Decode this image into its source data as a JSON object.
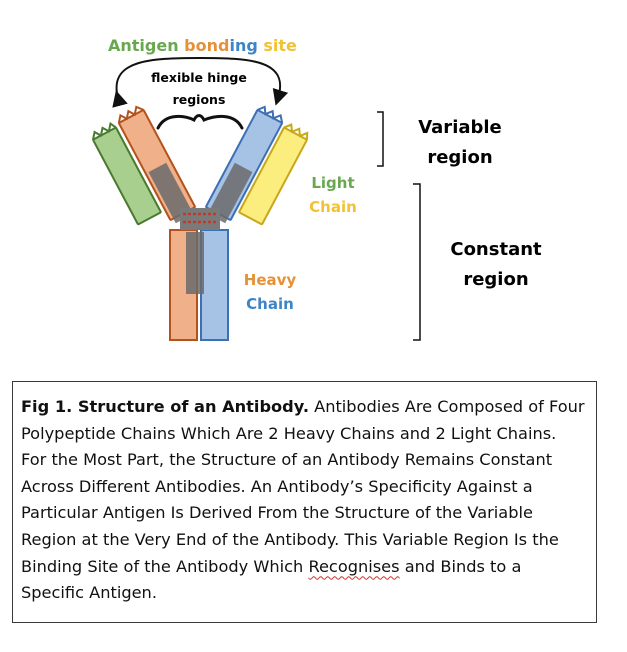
{
  "diagram": {
    "title_parts": [
      {
        "text": "Antigen ",
        "color": "#6aa84f"
      },
      {
        "text": "bond",
        "color": "#e69138"
      },
      {
        "text": "ing ",
        "color": "#3d85c6"
      },
      {
        "text": "site",
        "color": "#f1c232"
      }
    ],
    "hinge_label_line1": "flexible hinge",
    "hinge_label_line2": "regions",
    "variable_region_line1": "Variable",
    "variable_region_line2": "region",
    "constant_region_line1": "Constant",
    "constant_region_line2": "region",
    "light_chain_line1": "Light",
    "light_chain_line2": "Chain",
    "heavy_chain_line1": "Heavy",
    "heavy_chain_line2": "Chain",
    "colors": {
      "green": "#a9cf8e",
      "green_stroke": "#4a7a30",
      "orange": "#f0b08a",
      "orange_stroke": "#b4521c",
      "blue": "#a6c3e6",
      "blue_stroke": "#3d6fb5",
      "yellow": "#fbed7e",
      "yellow_stroke": "#c8a81a",
      "overlap": "#6b6b6b",
      "disulfide": "#c0392b",
      "light_label": "#6aa84f",
      "chain_label_yellow": "#f1c232",
      "heavy_label": "#e69138",
      "heavy_chain_blue": "#3d85c6"
    }
  },
  "caption": {
    "bold": "Fig 1. Structure of an Antibody.",
    "text_before_misspelling": " Antibodies Are Composed of Four Polypeptide Chains Which Are 2 Heavy Chains and 2 Light Chains. For the Most Part, the Structure of an Antibody Remains Constant Across Different Antibodies. An Antibody’s Specificity Against a Particular Antigen Is Derived From the Structure of the Variable Region at the Very End of the Antibody. This Variable Region Is the Binding Site of the Antibody Which ",
    "misspelled_word": "Recognises",
    "text_after_misspelling": " and Binds to a Specific Antigen."
  }
}
